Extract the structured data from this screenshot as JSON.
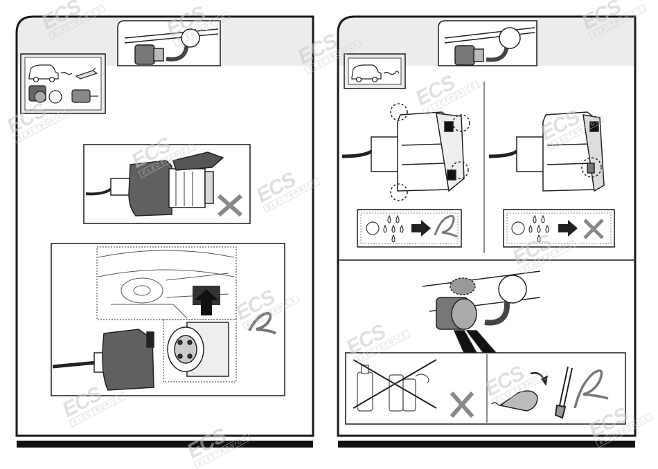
{
  "watermark": {
    "brand": "ECS",
    "sub": "ELECTRONICS"
  },
  "left_page": {
    "panels": [
      {
        "id": "header-panel",
        "symbol": "connector-on-towbar"
      },
      {
        "id": "legend-panel",
        "symbol": "car-trailer-legend"
      },
      {
        "id": "wrong-position-panel",
        "symbol": "cross-mark"
      },
      {
        "id": "interior-storage-panel",
        "symbol": "ok-loop-mark"
      }
    ]
  },
  "right_page": {
    "panels": [
      {
        "id": "header-panel",
        "symbol": "connector-on-towbar"
      },
      {
        "id": "legend-panel",
        "symbol": "car-exhaust-legend"
      },
      {
        "id": "drain-open-panel",
        "symbol": "water-drops-ok"
      },
      {
        "id": "drain-closed-panel",
        "symbol": "water-drops-cross"
      },
      {
        "id": "cleaning-panel",
        "symbol": "no-sprays-use-brush"
      }
    ]
  },
  "colors": {
    "frame": "#1a1a1a",
    "panel_bg": "#ececec",
    "plug_dark": "#555555",
    "bar": "#111111"
  }
}
